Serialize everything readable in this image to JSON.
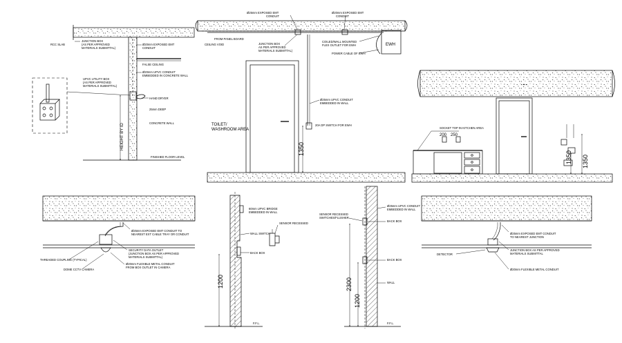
{
  "drawing": {
    "detail1": {
      "rcc_slab": "RCC SLAB",
      "junction_box": [
        "JUNCTION BOX",
        "(AS PER APPROVED",
        "MATERIALS SUBMITTAL)"
      ],
      "exposed_conduit": [
        "Ø20mm EXPOSED EMT",
        "CONDUIT"
      ],
      "false_ceiling": "FALSE CEILING",
      "upvc_box": [
        "UPVC UTILITY BOX",
        "(AS PER APPROVED",
        "MATERIALS SUBMITTAL)"
      ],
      "embedded_conduit": [
        "Ø20mm UPVC CONDUIT",
        "EMBEDDED IN CONCRETE WALL"
      ],
      "hand_dryer": "HAND DRYER",
      "bush_depth": "25mm DEEP",
      "concrete_wall": "CONCRETE WALL",
      "height": "HEIGHT BY ID",
      "ffl": "FINISHED FLOOR LEVEL"
    },
    "detail2": {
      "conduit_top_left": [
        "Ø25mm EXPOSED EMT",
        "CONDUIT"
      ],
      "conduit_top_right": [
        "Ø20mm EXPOSED EMT",
        "CONDUIT"
      ],
      "from_panel": "FROM PANEL BOARD",
      "ceiling_void": "CEILING VOID",
      "junction_box": [
        "JUNCTION BOX",
        "AS PER APPROVED",
        "MATERIALS SUBMITTAL)"
      ],
      "flex_outlet": [
        "COILED/WALL MOUNTED",
        "FLEX OUTLET FOR EWH"
      ],
      "power_cable": "POWER CABLE OF EWH",
      "ewh": "EWH",
      "upvc_conduit": [
        "Ø25mm UPVC CONDUIT",
        "EMBEDDED IN WALL"
      ],
      "dp_switch": "20A DP SWITCH FOR EWH",
      "room": [
        "TOILET/",
        "WASHROOM AREA"
      ],
      "height": "1350"
    },
    "detail3": {
      "label_small": "▪ ▪▪ ▪",
      "dim_1350": "1350",
      "dim_1350_b": "1350",
      "dim_200": "200",
      "dim_250": "250",
      "socket_note": [
        "SOCKET TOP IN KITCHEN AREA"
      ]
    },
    "detail4": {
      "conduit_note": [
        "Ø25mm EXPOSED EMT CONDUIT TO",
        "NEAREST EXT CABLE TRAY OR CONDUIT"
      ],
      "coupling": "THREADED COUPLING (TYPICAL)",
      "ceiling_outlet": [
        "SECURITY DATA OUTLET",
        "(JUNCTION BOX AS PER APPROVED",
        "MATERIALS SUBMITTAL)"
      ],
      "flexible": [
        "Ø20mm FLEXIBLE METAL CONDUIT",
        "FROM BOX OUTLET IN CAMERA"
      ],
      "camera": "DOME CCTV CAMERA"
    },
    "detail5": {
      "box_label": [
        "60mm UPVC BRIDGE",
        "EMBEDDED IN WALL"
      ],
      "wall_switch": "WALL SWITCH",
      "sensor": "SENSOR RECESSED",
      "back_box": "BACK BOX",
      "dim": "1200",
      "ffl": "F.F.L."
    },
    "detail6": {
      "sensor": [
        "SENSOR RECESSED",
        "SWITCHES/FLUSHER"
      ],
      "upvc": [
        "Ø25mm UPVC CONDUIT",
        "EMBEDDED IN WALL"
      ],
      "back_box_top": "BACK BOX",
      "back_box_bottom": "BACK BOX",
      "wall": "WALL",
      "dim_upper": "2300",
      "dim_lower": "1200",
      "ffl": "F.F.L."
    },
    "detail7": {
      "conduit": [
        "Ø25mm EXPOSED EMT CONDUIT",
        "TO NEAREST JUNCTION"
      ],
      "detector": "DETECTOR",
      "junction_box": [
        "JUNCTION BOX AS PER APPROVED",
        "MATERIALS SUBMITTAL"
      ],
      "flexible": "Ø20mm FLEXIBLE METAL CONDUIT"
    }
  }
}
